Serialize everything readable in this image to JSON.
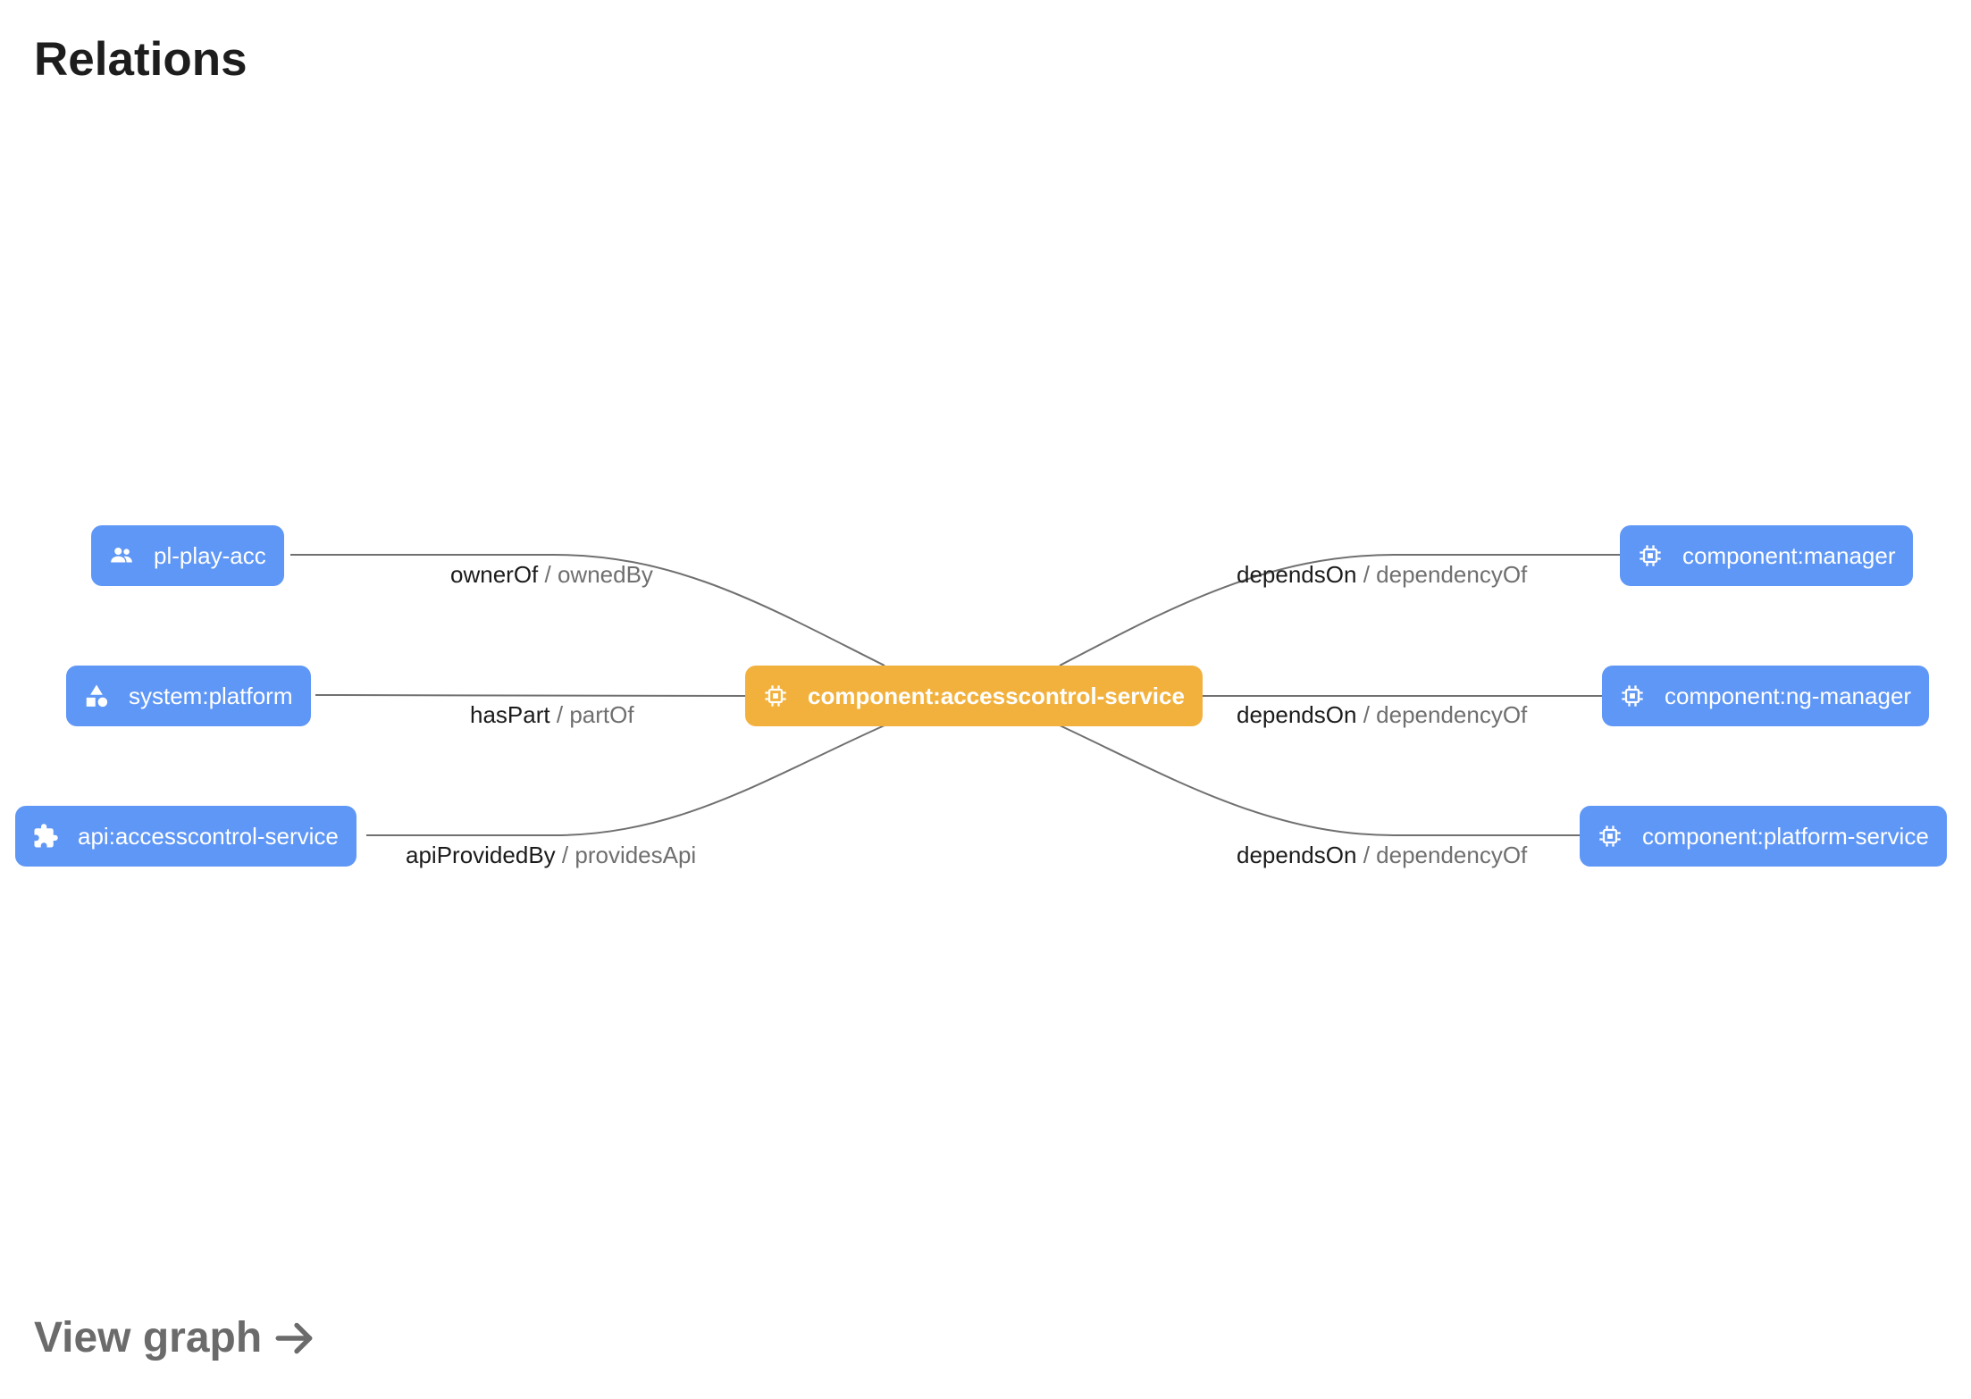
{
  "header": {
    "title": "Relations"
  },
  "graph": {
    "center": {
      "label": "component:accesscontrol-service",
      "icon": "chip-icon",
      "color": "#f2b13d"
    },
    "node_color": "#5f97f6",
    "left_nodes": [
      {
        "label": "pl-play-acc",
        "icon": "group-icon",
        "relation": "ownerOf",
        "inverse": "ownedBy"
      },
      {
        "label": "system:platform",
        "icon": "shapes-icon",
        "relation": "hasPart",
        "inverse": "partOf"
      },
      {
        "label": "api:accesscontrol-service",
        "icon": "puzzle-icon",
        "relation": "apiProvidedBy",
        "inverse": "providesApi"
      }
    ],
    "right_nodes": [
      {
        "label": "component:manager",
        "icon": "chip-icon",
        "relation": "dependsOn",
        "inverse": "dependencyOf"
      },
      {
        "label": "component:ng-manager",
        "icon": "chip-icon",
        "relation": "dependsOn",
        "inverse": "dependencyOf"
      },
      {
        "label": "component:platform-service",
        "icon": "chip-icon",
        "relation": "dependsOn",
        "inverse": "dependencyOf"
      }
    ],
    "separator": "/"
  },
  "footer": {
    "view_graph_label": "View graph",
    "icon": "arrow-right-icon"
  }
}
